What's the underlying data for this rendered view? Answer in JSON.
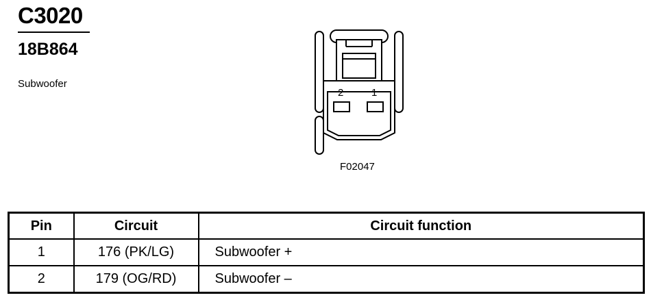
{
  "header": {
    "connector_id": "C3020",
    "part_number": "18B864",
    "description": "Subwoofer"
  },
  "diagram": {
    "pin_labels": [
      "2",
      "1"
    ],
    "figure_code": "F02047"
  },
  "table": {
    "columns": [
      "Pin",
      "Circuit",
      "Circuit function"
    ],
    "rows": [
      {
        "pin": "1",
        "circuit": "176 (PK/LG)",
        "function": "Subwoofer +"
      },
      {
        "pin": "2",
        "circuit": "179 (OG/RD)",
        "function": "Subwoofer –"
      }
    ]
  }
}
